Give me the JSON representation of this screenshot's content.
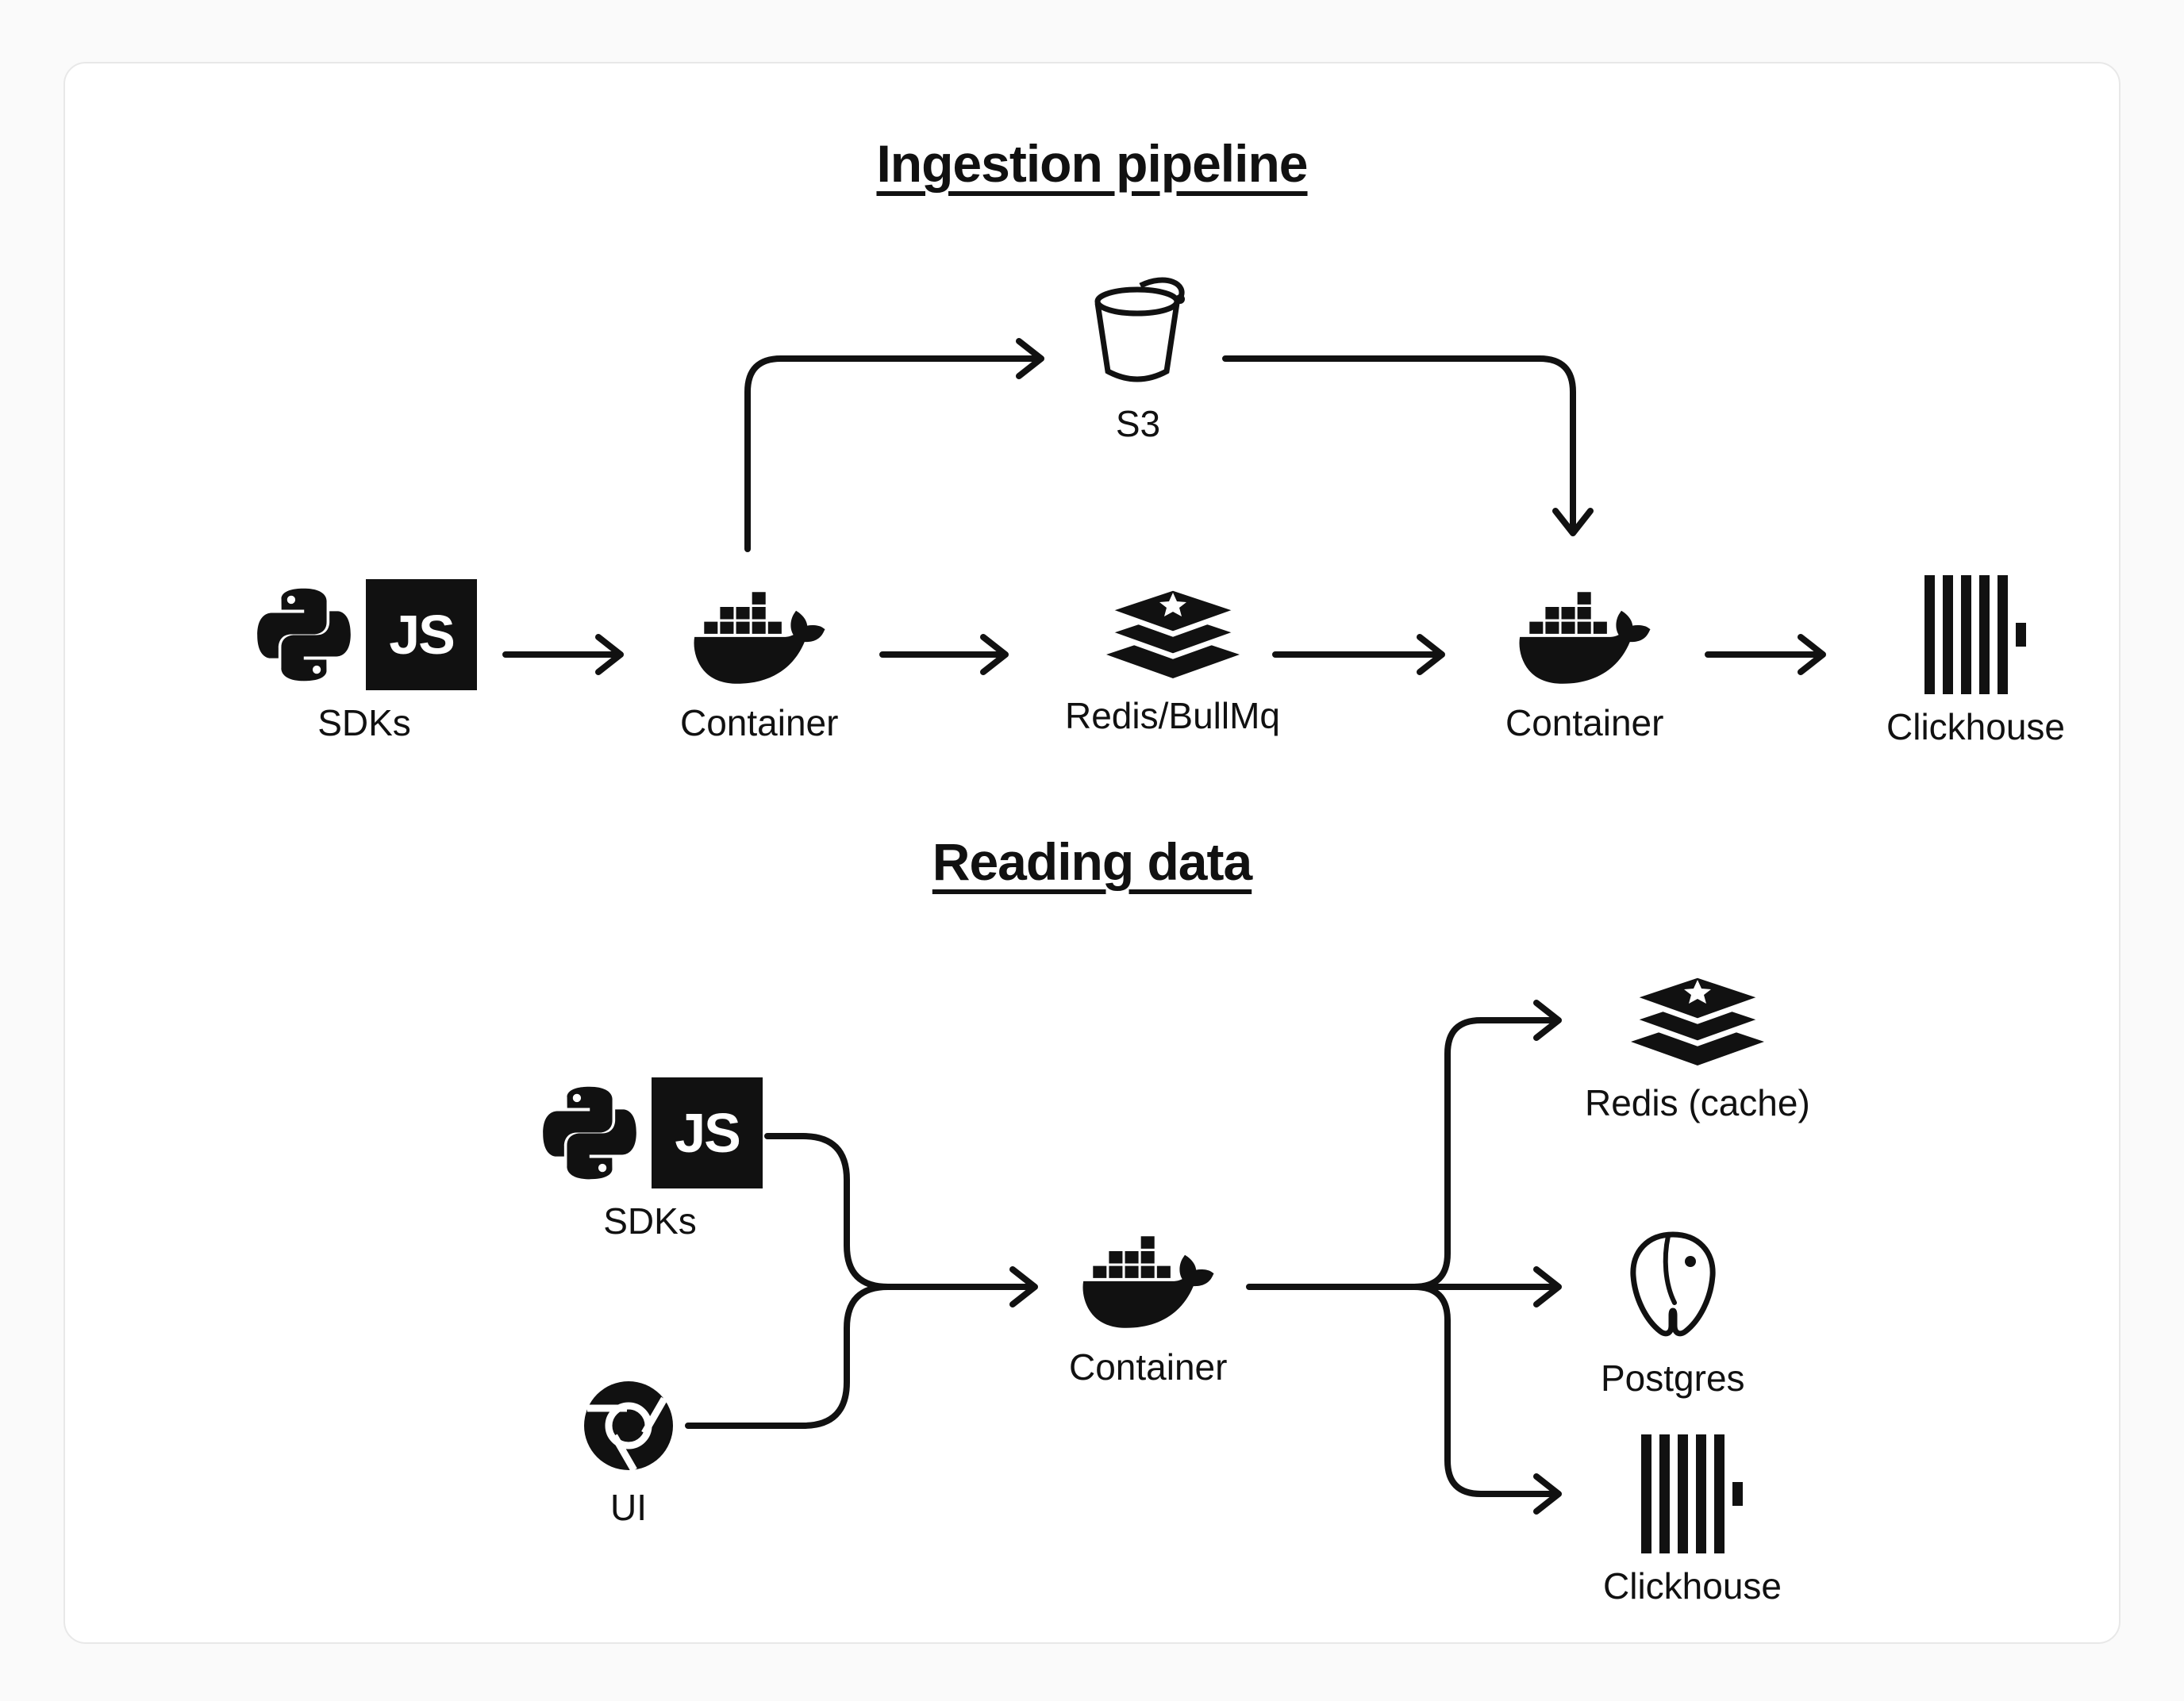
{
  "diagram": {
    "colors": {
      "ink": "#111111",
      "card_bg": "#ffffff",
      "card_border": "#e8e8e8",
      "page_bg": "#fafafa"
    },
    "ingestion": {
      "title": "Ingestion pipeline",
      "sdks_label": "SDKs",
      "container_in_label": "Container",
      "queue_label": "Redis/BullMq",
      "container_out_label": "Container",
      "clickhouse_label": "Clickhouse",
      "s3_label": "S3"
    },
    "reading": {
      "title": "Reading data",
      "sdks_label": "SDKs",
      "ui_label": "UI",
      "container_label": "Container",
      "cache_label": "Redis (cache)",
      "postgres_label": "Postgres",
      "clickhouse_label": "Clickhouse"
    },
    "js_badge_text": "JS"
  }
}
